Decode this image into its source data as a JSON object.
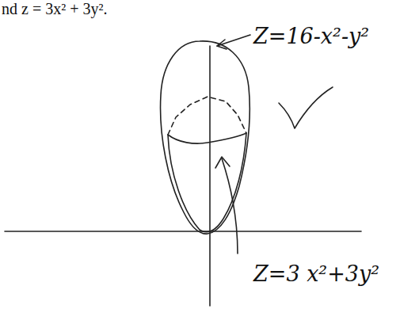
{
  "diagram": {
    "labels": [
      "nd z = 3x² + 3y².",
      "Z=16-x²-y²",
      "Z=3 x²+3y²"
    ]
  }
}
